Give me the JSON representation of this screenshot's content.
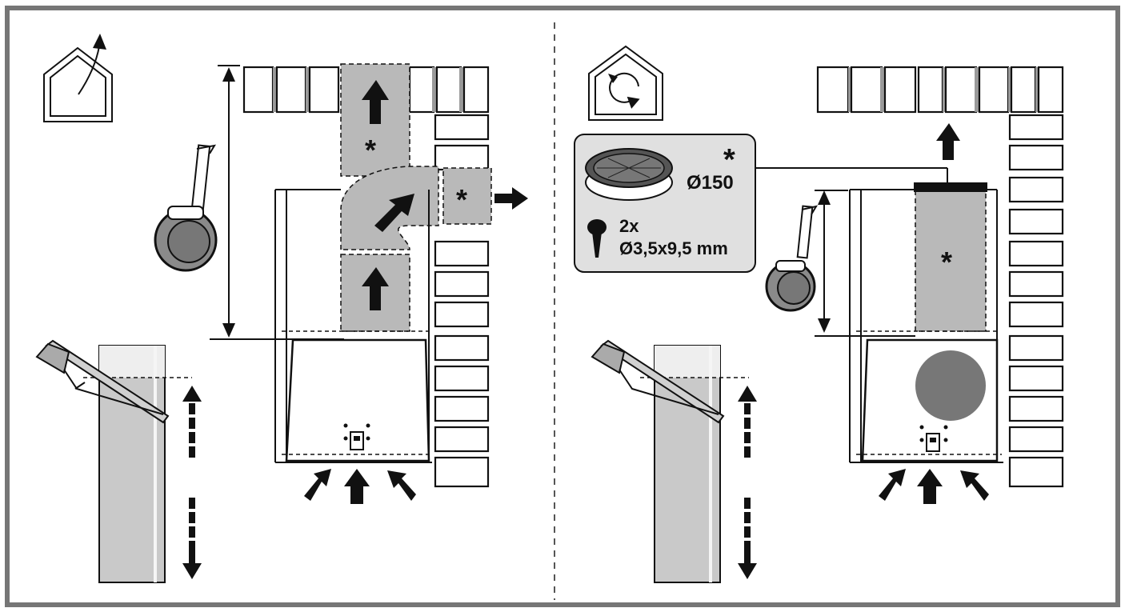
{
  "left_panel": {
    "mode": "ducted-extraction",
    "icon": "house-exhaust-icon",
    "duct_marks": [
      "*",
      "*"
    ]
  },
  "right_panel": {
    "mode": "recirculation",
    "icon": "house-recirculate-icon",
    "callout": {
      "filter_mark": "*",
      "filter_diameter": "Ø150",
      "screw_qty": "2x",
      "screw_size": "Ø3,5x9,5 mm"
    },
    "duct_mark": "*"
  },
  "colors": {
    "frame": "#767676",
    "duct_fill": "#b9b9b9",
    "callout_fill": "#e0e0e0",
    "line": "#111111"
  }
}
